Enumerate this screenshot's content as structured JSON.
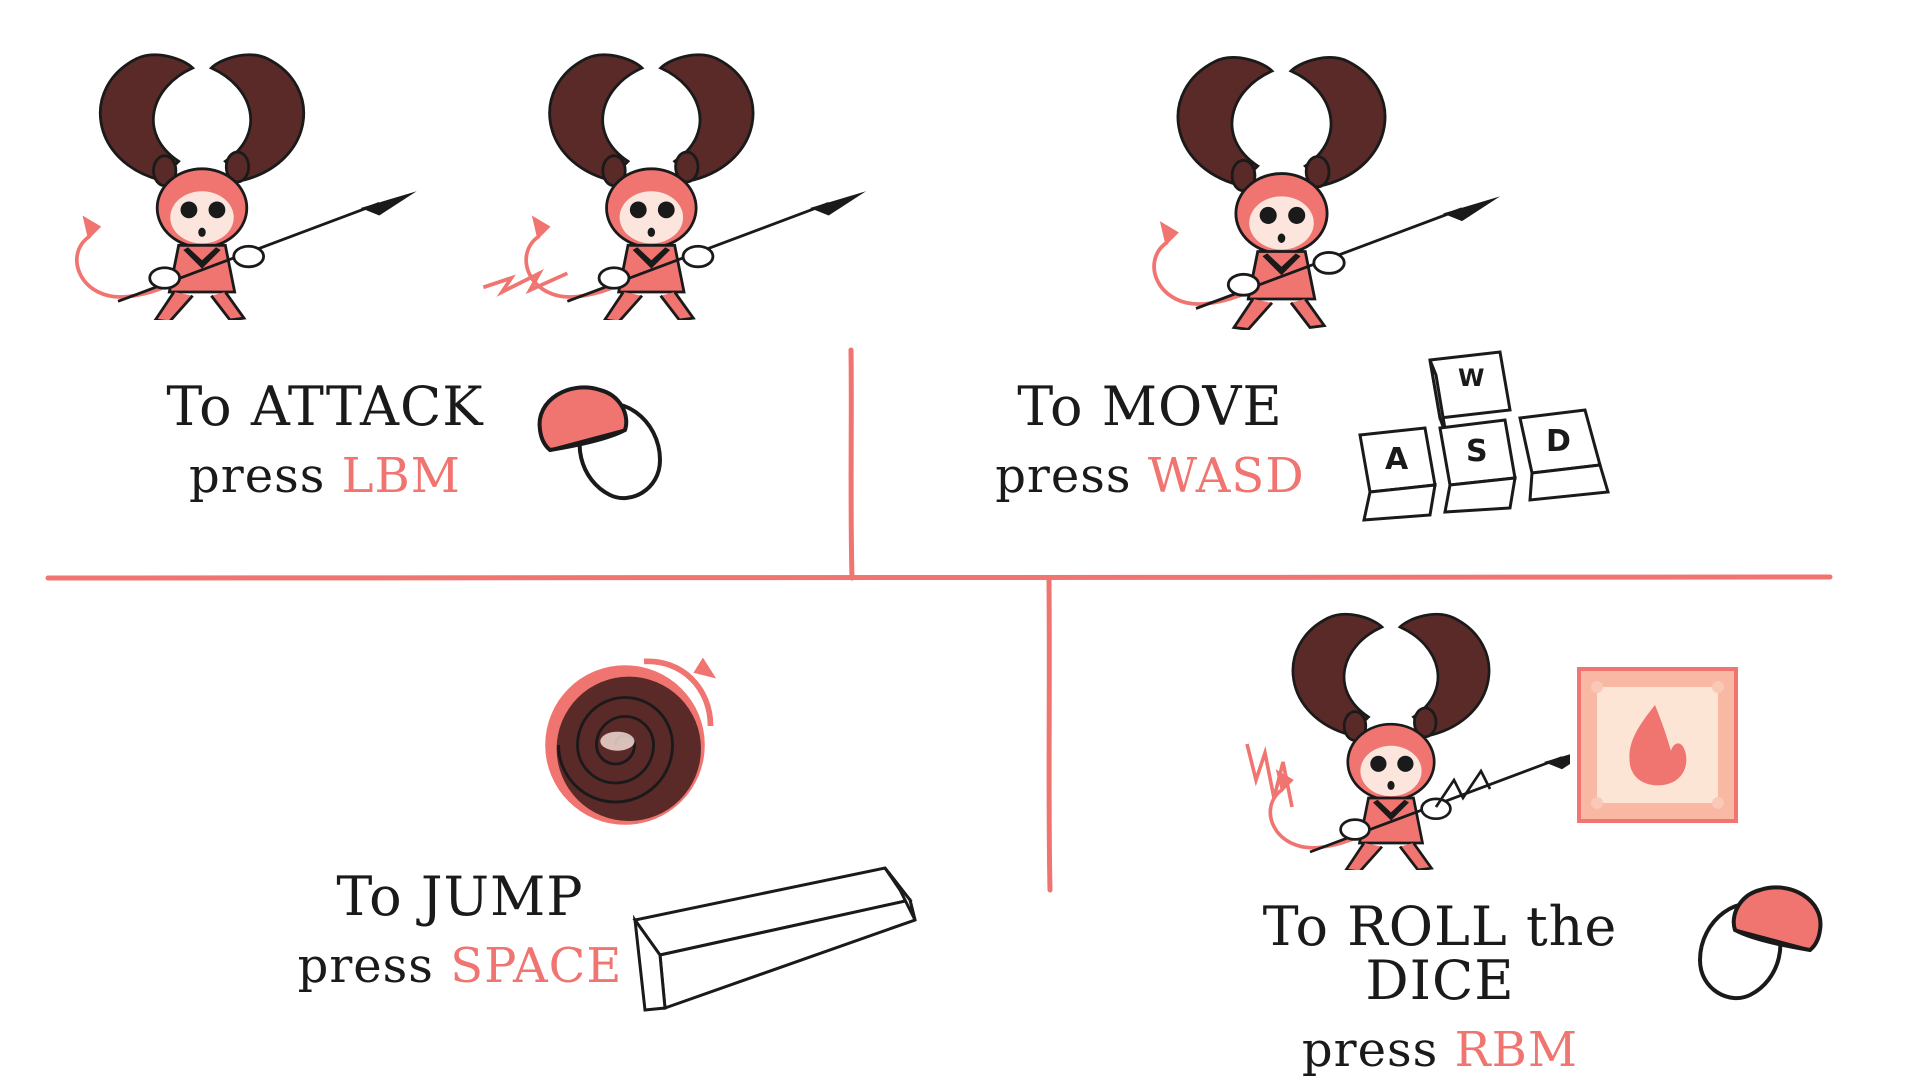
{
  "colors": {
    "accent": "#f07470",
    "brown": "#5a2a28",
    "ink": "#1a1a1a",
    "card": "#f9d2bd"
  },
  "controls": {
    "attack": {
      "action": "To ATTACK",
      "press": "press",
      "key": "LBM",
      "icon": "mouse-left-icon"
    },
    "move": {
      "action": "To MOVE",
      "press": "press",
      "key": "WASD",
      "icon": "wasd-keys-icon",
      "keycaps": [
        "W",
        "A",
        "S",
        "D"
      ]
    },
    "jump": {
      "action": "To JUMP",
      "press": "press",
      "key": "SPACE",
      "icon": "spacebar-icon"
    },
    "roll": {
      "action": "To ROLL the DICE",
      "press": "press",
      "key": "RBM",
      "icon": "mouse-right-icon"
    }
  },
  "illustrations": [
    "devil-attack-1",
    "devil-attack-2",
    "devil-move",
    "roll-swirl",
    "devil-roll",
    "fire-card"
  ]
}
